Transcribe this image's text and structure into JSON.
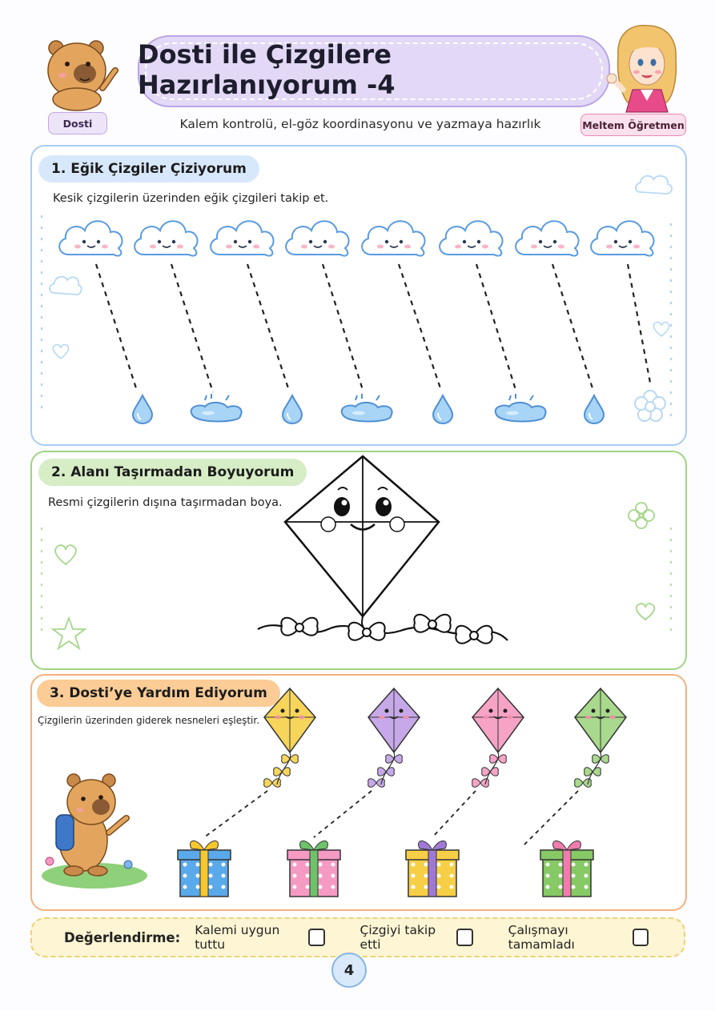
{
  "header": {
    "title": "Dosti ile Çizgilere Hazırlanıyorum -4",
    "subtitle": "Kalem kontrolü, el-göz koordinasyonu ve yazmaya hazırlık",
    "left_tag": "Dosti",
    "right_tag": "Meltem Öğretmen"
  },
  "section1": {
    "heading": "1. Eğik Çizgiler Çiziyorum",
    "instruction": "Kesik çizgilerin üzerinden eğik çizgileri takip et."
  },
  "section2": {
    "heading": "2. Alanı Taşırmadan Boyuyorum",
    "instruction": "Resmi çizgilerin dışına taşırmadan boya."
  },
  "section3": {
    "heading": "3. Dosti’ye Yardım Ediyorum",
    "instruction": "Çizgilerin üzerinden giderek nesneleri eşleştir.",
    "kite_colors": [
      "#f7d55b",
      "#c7a9ea",
      "#f6a3c6",
      "#a9d98c"
    ],
    "gift_colors": [
      "#5aa9ea",
      "#f59ac3",
      "#f7cf46",
      "#86c965"
    ],
    "ribbon_colors": [
      "#f7c72e",
      "#6dc26a",
      "#9f78d6",
      "#f07cae"
    ]
  },
  "evaluation": {
    "label": "Değerlendirme:",
    "items": [
      "Kalemi uygun tuttu",
      "Çizgiyi takip etti",
      "Çalışmayı tamamladı"
    ]
  },
  "page_number": "4"
}
